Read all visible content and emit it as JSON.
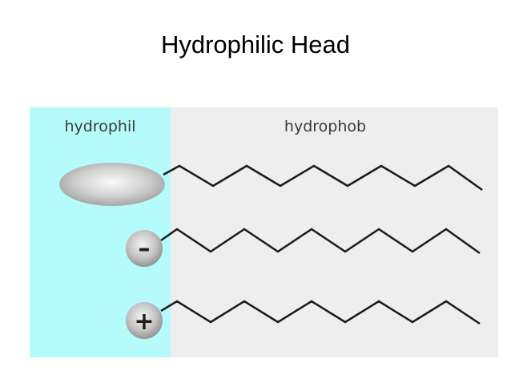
{
  "slide": {
    "title": "Hydrophilic Head"
  },
  "diagram": {
    "regions": {
      "hydrophilic_label": "hydrophil",
      "hydrophobic_label": "hydrophob"
    },
    "heads": [
      {
        "kind": "nonionic",
        "sign": ""
      },
      {
        "kind": "anionic",
        "sign": "–"
      },
      {
        "kind": "cationic",
        "sign": "+"
      }
    ],
    "colors": {
      "hydrophilic_region": "#b5fbfb",
      "hydrophobic_region": "#eeeeee",
      "chain": "#1a1a1a",
      "head_fill": "#c8c8c8"
    }
  }
}
